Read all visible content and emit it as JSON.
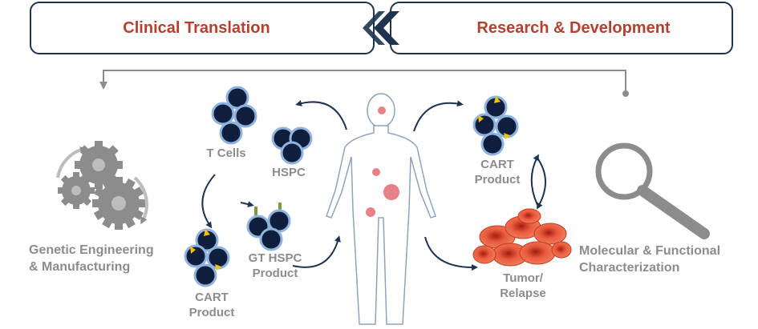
{
  "banners": {
    "left": "Clinical Translation",
    "right": "Research & Development"
  },
  "labels": {
    "t_cells": "T Cells",
    "hspc": "HSPC",
    "gt_hspc_line1": "GT HSPC",
    "gt_hspc_line2": "Product",
    "cart_left_line1": "CART",
    "cart_left_line2": "Product",
    "cart_right_line1": "CART",
    "cart_right_line2": "Product",
    "tumor_line1": "Tumor/",
    "tumor_line2": "Relapse",
    "genetic_line1": "Genetic Engineering",
    "genetic_line2": "& Manufacturing",
    "molecular_line1": "Molecular & Functional",
    "molecular_line2": "Characterization"
  },
  "colors": {
    "navy": "#1e3350",
    "accent_red": "#b5402f",
    "cell_fill": "#0f1e3c",
    "cell_ring": "#7ea7d8",
    "tumor": "#e0442a",
    "marker_yellow": "#f2c200",
    "receptor_green": "#7f9a3a",
    "gray_text": "#8c8c8c"
  },
  "icons": [
    "gears-icon",
    "magnifier-icon",
    "human-body-icon",
    "chevron-left-icon"
  ]
}
